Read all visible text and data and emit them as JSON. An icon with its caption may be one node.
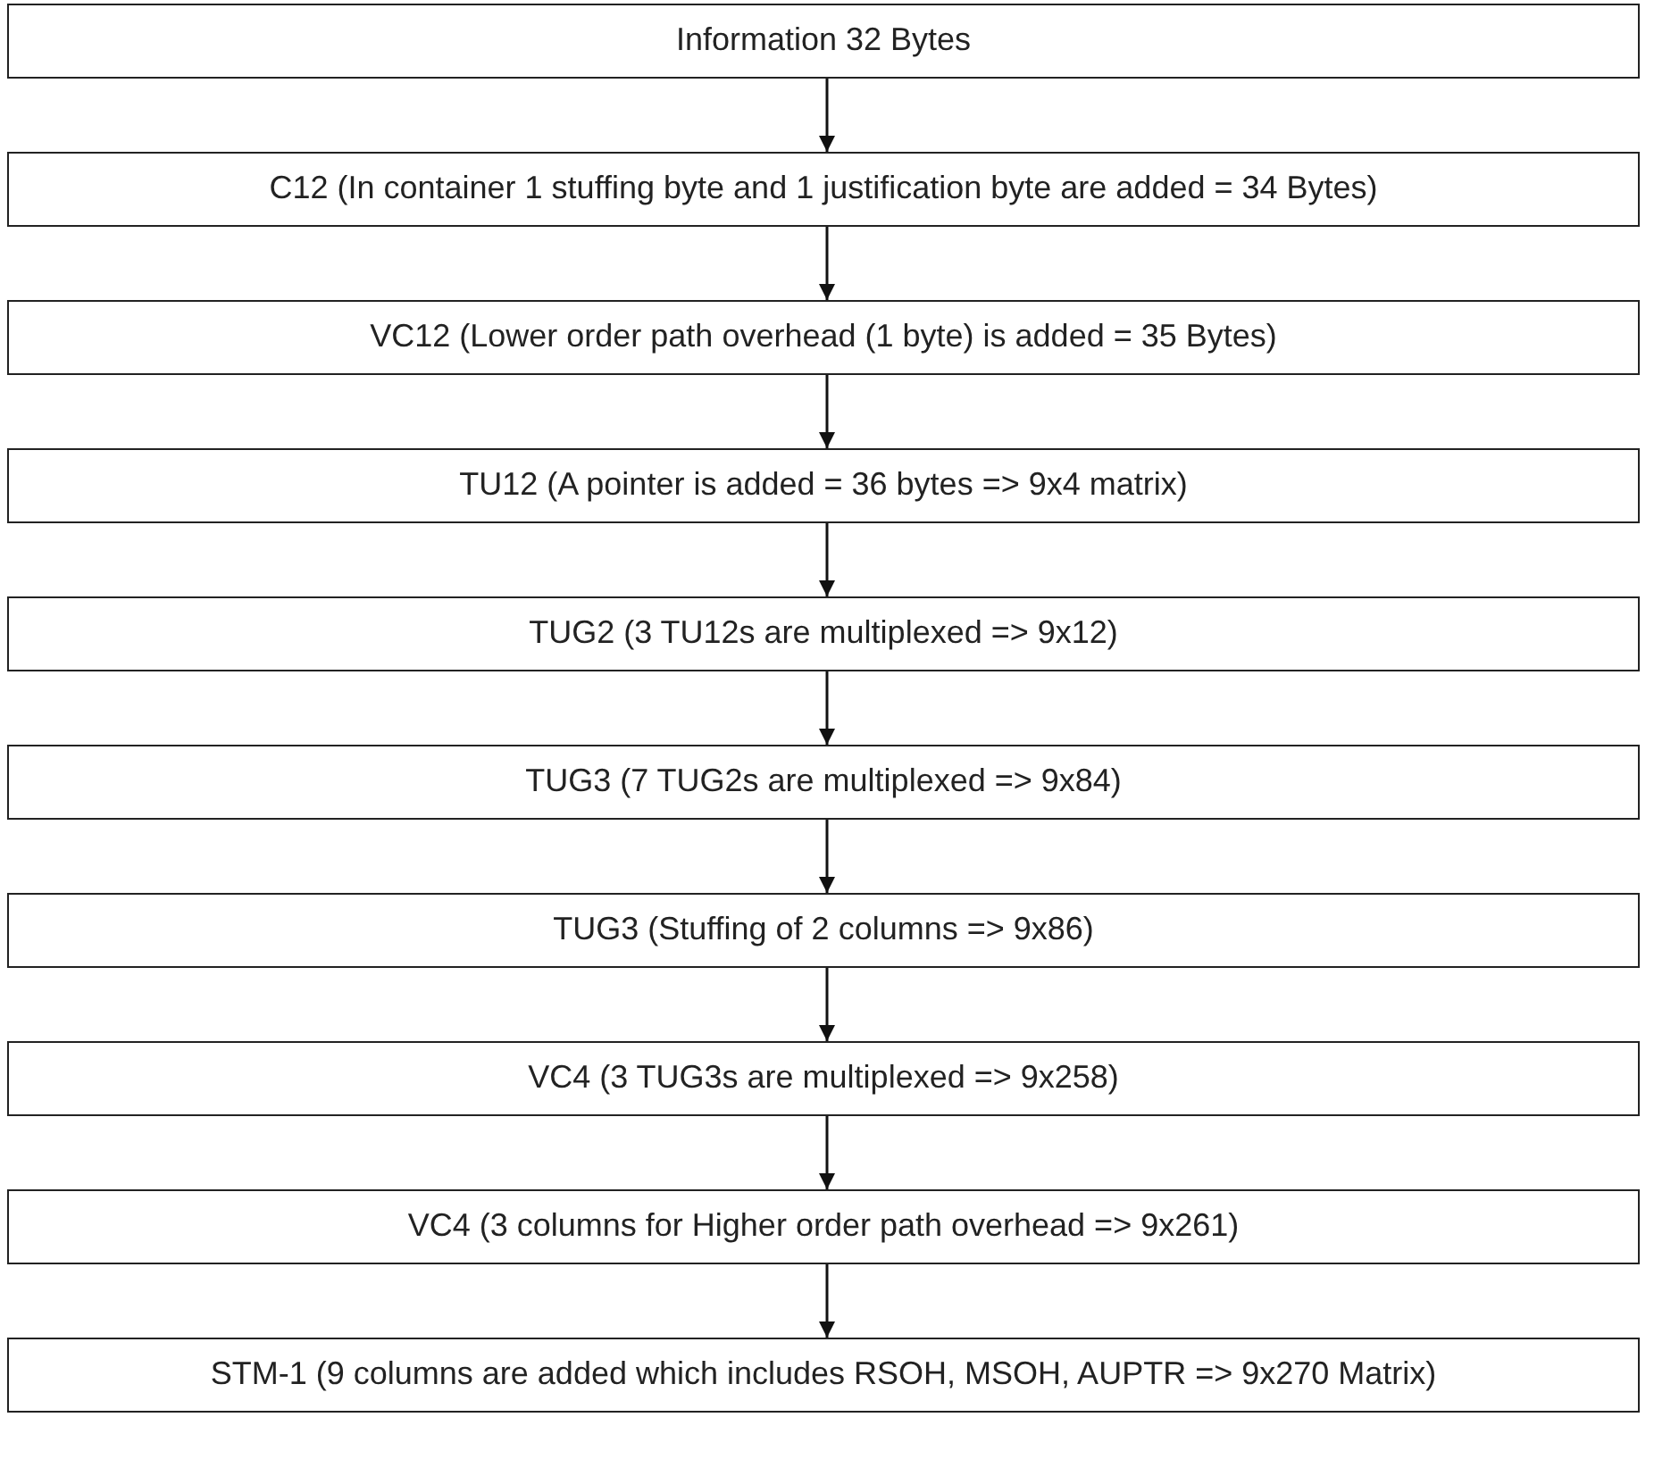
{
  "diagram": {
    "nodes": [
      {
        "text": [
          "Information 32 Bytes"
        ]
      },
      {
        "text": [
          "C12 (In container 1 stuffing byte and 1 justification byte are added = 34 Bytes)"
        ]
      },
      {
        "text": [
          "VC12 (Lower order path overhead (1 byte) is added = 35 Bytes)"
        ]
      },
      {
        "text": [
          "TU12 (A pointer is added = 36 bytes => 9x4 matrix)"
        ]
      },
      {
        "text": [
          "TUG2 (3 TU12s are multiplexed => 9x12)"
        ]
      },
      {
        "text": [
          "TUG3 (7 TUG2s are multiplexed => 9x84)"
        ]
      },
      {
        "text": [
          "TUG3 (Stuffing of 2 columns => 9x86)"
        ]
      },
      {
        "text": [
          "VC4 (3 TUG3s are multiplexed => 9x258)"
        ]
      },
      {
        "text": [
          "VC4 (3 columns for Higher order path overhead => 9x261)"
        ]
      },
      {
        "text": [
          "STM-1 (9 columns are added which includes RSOH, MSOH, AUPTR => 9x270 Matrix)"
        ]
      }
    ],
    "edges": [
      {
        "from": 0,
        "to": 1,
        "arrow": "to"
      },
      {
        "from": 1,
        "to": 2,
        "arrow": "to"
      },
      {
        "from": 2,
        "to": 3,
        "arrow": "to"
      },
      {
        "from": 3,
        "to": 4,
        "arrow": "to"
      },
      {
        "from": 4,
        "to": 5,
        "arrow": "to"
      },
      {
        "from": 5,
        "to": 6,
        "arrow": "to"
      },
      {
        "from": 6,
        "to": 7,
        "arrow": "to"
      },
      {
        "from": 7,
        "to": 8,
        "arrow": "to"
      },
      {
        "from": 8,
        "to": 9,
        "arrow": "to"
      }
    ]
  }
}
